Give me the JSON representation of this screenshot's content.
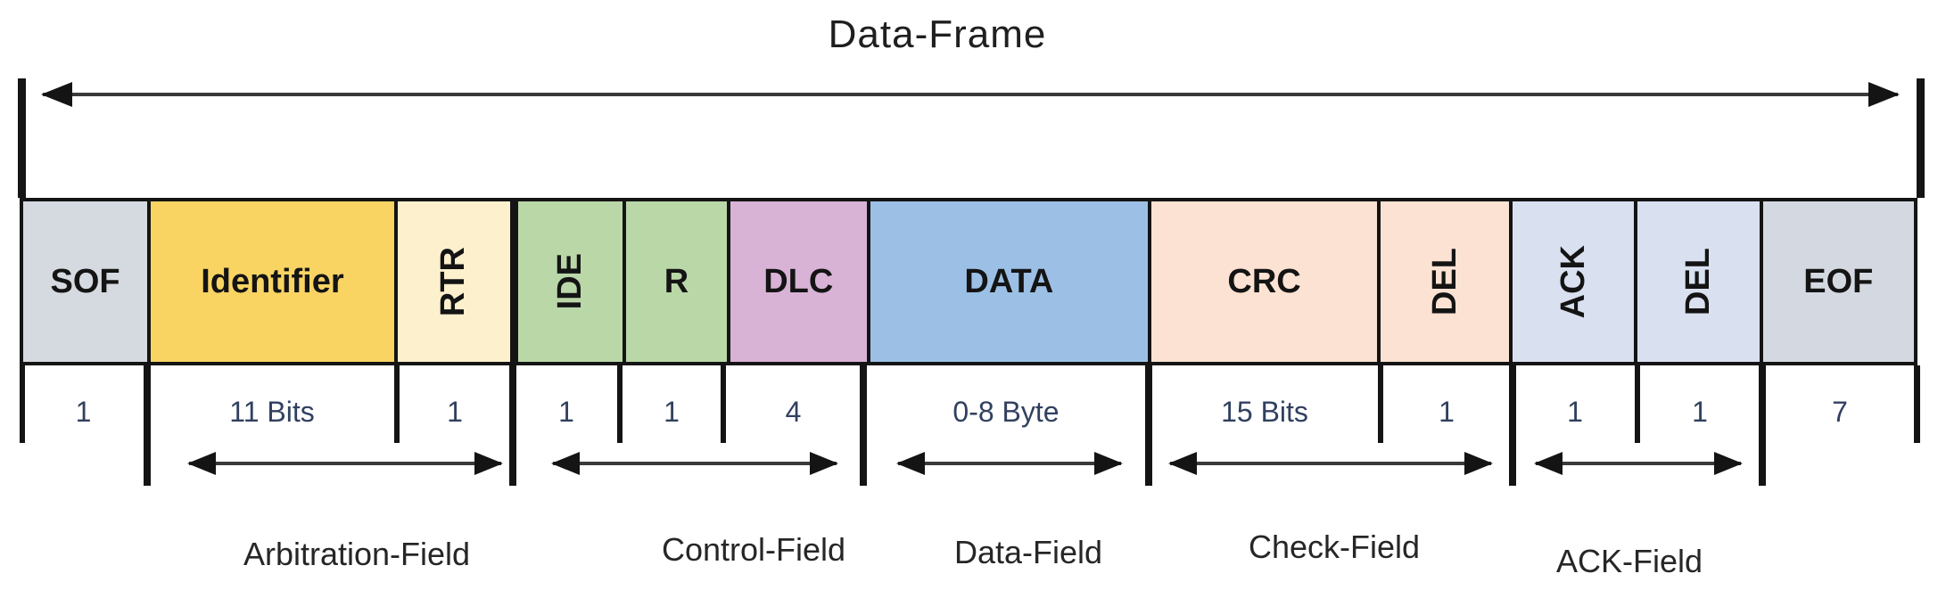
{
  "title": "Data-Frame",
  "palette": {
    "sof_gray": "#d5dae1",
    "identifier_yellow": "#f9d463",
    "rtr_cream": "#fdf0cd",
    "control_green": "#bad7a8",
    "dlc_purple": "#d8b3d6",
    "data_blue": "#9cc0e5",
    "crc_peach": "#fce2d2",
    "ack_blue": "#d9e0f0",
    "eof_gray": "#d4d9e1",
    "number_text": "#31405f",
    "line_black": "#141414"
  },
  "segments": [
    {
      "label": "SOF",
      "size": "1"
    },
    {
      "label": "Identifier",
      "size": "11 Bits"
    },
    {
      "label": "RTR",
      "size": "1"
    },
    {
      "label": "IDE",
      "size": "1"
    },
    {
      "label": "R",
      "size": "1"
    },
    {
      "label": "DLC",
      "size": "4"
    },
    {
      "label": "DATA",
      "size": "0-8 Byte"
    },
    {
      "label": "CRC",
      "size": "15 Bits"
    },
    {
      "label": "DEL",
      "size": "1"
    },
    {
      "label": "ACK",
      "size": "1"
    },
    {
      "label": "DEL",
      "size": "1"
    },
    {
      "label": "EOF",
      "size": "7"
    }
  ],
  "fields": [
    {
      "label": "Arbitration-Field"
    },
    {
      "label": "Control-Field"
    },
    {
      "label": "Data-Field"
    },
    {
      "label": "Check-Field"
    },
    {
      "label": "ACK-Field"
    }
  ]
}
